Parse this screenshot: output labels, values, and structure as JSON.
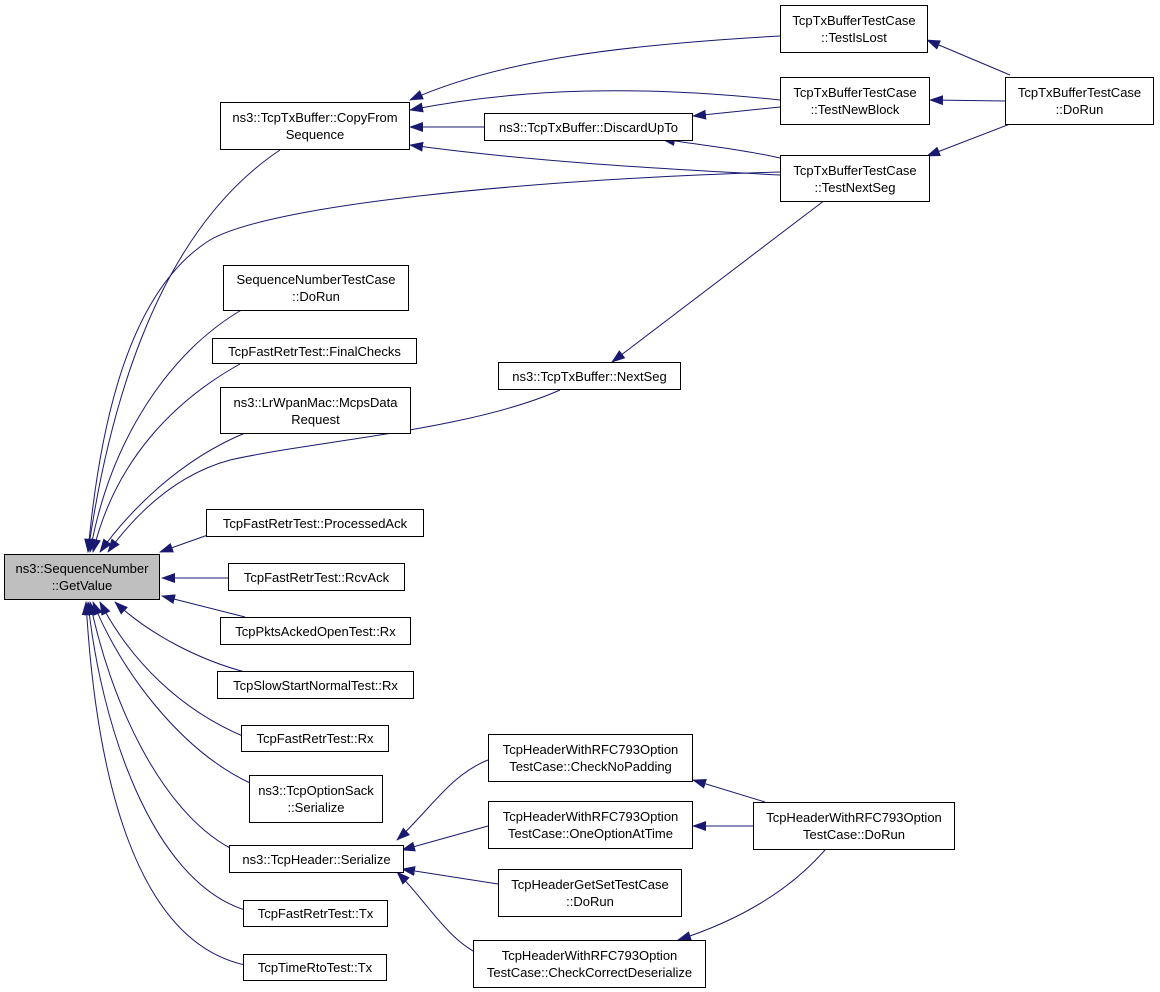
{
  "colors": {
    "edge": "#191970",
    "node_border": "#000000",
    "node_fill": "#ffffff",
    "root_fill": "#bfbfbf"
  },
  "nodes": {
    "root": {
      "l1": "ns3::SequenceNumber",
      "l2": "::GetValue"
    },
    "copyfrom": {
      "l1": "ns3::TcpTxBuffer::CopyFrom",
      "l2": "Sequence"
    },
    "seqnum_dorun": {
      "l1": "SequenceNumberTestCase",
      "l2": "::DoRun"
    },
    "fastretr_final": {
      "l1": "TcpFastRetrTest::FinalChecks"
    },
    "lrwpan": {
      "l1": "ns3::LrWpanMac::McpsData",
      "l2": "Request"
    },
    "fastretr_processed": {
      "l1": "TcpFastRetrTest::ProcessedAck"
    },
    "fastretr_rcvack": {
      "l1": "TcpFastRetrTest::RcvAck"
    },
    "pktsacked_rx": {
      "l1": "TcpPktsAckedOpenTest::Rx"
    },
    "slowstart_rx": {
      "l1": "TcpSlowStartNormalTest::Rx"
    },
    "fastretr_rx": {
      "l1": "TcpFastRetrTest::Rx"
    },
    "optionsack": {
      "l1": "ns3::TcpOptionSack",
      "l2": "::Serialize"
    },
    "tcpheader": {
      "l1": "ns3::TcpHeader::Serialize"
    },
    "fastretr_tx": {
      "l1": "TcpFastRetrTest::Tx"
    },
    "timerto_tx": {
      "l1": "TcpTimeRtoTest::Tx"
    },
    "discardupto": {
      "l1": "ns3::TcpTxBuffer::DiscardUpTo"
    },
    "nextseg": {
      "l1": "ns3::TcpTxBuffer::NextSeg"
    },
    "testislost": {
      "l1": "TcpTxBufferTestCase",
      "l2": "::TestIsLost"
    },
    "testnewblock": {
      "l1": "TcpTxBufferTestCase",
      "l2": "::TestNewBlock"
    },
    "testnextseg": {
      "l1": "TcpTxBufferTestCase",
      "l2": "::TestNextSeg"
    },
    "txbuf_dorun": {
      "l1": "TcpTxBufferTestCase",
      "l2": "::DoRun"
    },
    "checknopadding": {
      "l1": "TcpHeaderWithRFC793Option",
      "l2": "TestCase::CheckNoPadding"
    },
    "oneoption": {
      "l1": "TcpHeaderWithRFC793Option",
      "l2": "TestCase::OneOptionAtTime"
    },
    "getset_dorun": {
      "l1": "TcpHeaderGetSetTestCase",
      "l2": "::DoRun"
    },
    "checkcorrect": {
      "l1": "TcpHeaderWithRFC793Option",
      "l2": "TestCase::CheckCorrectDeserialize"
    },
    "rfc793_dorun": {
      "l1": "TcpHeaderWithRFC793Option",
      "l2": "TestCase::DoRun"
    }
  }
}
